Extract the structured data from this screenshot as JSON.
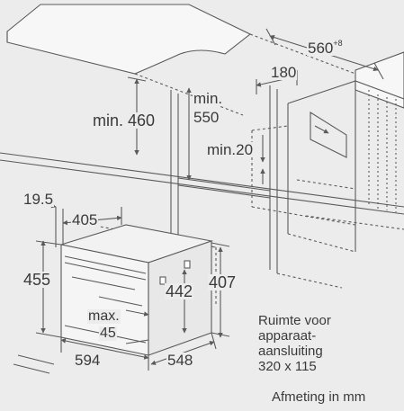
{
  "dimensions": {
    "niche_width_label": "560",
    "niche_width_tolerance": "+8",
    "depth_180": "180",
    "min_460": "min. 460",
    "min_550_line1": "min.",
    "min_550_line2": "550",
    "min_20": "min.20",
    "d_19_5": "19.5",
    "d_405": "405",
    "d_455": "455",
    "d_442": "442",
    "d_407": "407",
    "max_line1": "max.",
    "max_line2": "45",
    "d_594": "594",
    "d_548": "548"
  },
  "note": {
    "line1": "Ruimte voor",
    "line2": "apparaat-",
    "line3": "aansluiting",
    "line4": "320 x 115"
  },
  "unit_note": "Afmeting in mm",
  "colors": {
    "background": "#ececec",
    "line": "#5a5a5a",
    "countertop": "#f7f7f7",
    "text": "#3a3a3a"
  }
}
